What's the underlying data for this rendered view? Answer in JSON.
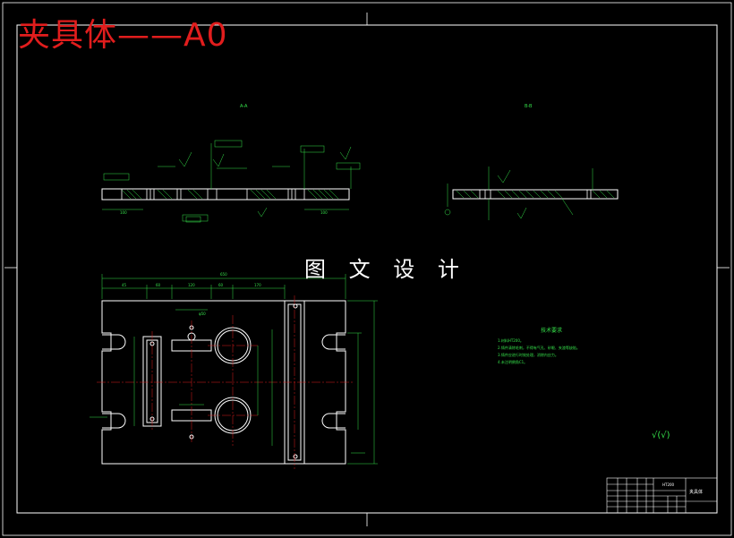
{
  "title": "夹具体——A0",
  "watermark": "图 文 设 计",
  "section_labels": [
    "A-A",
    "B-B"
  ],
  "tech_requirements": {
    "title": "技术要求",
    "lines": [
      "1.材料HT200。",
      "2.铸件清除毛刺，不得有气孔、砂眼、夹渣等缺陷。",
      "3.铸件应进行时效处理，消除内应力。",
      "4.未注明倒角C1。"
    ]
  },
  "roughness_note": "√(√)",
  "title_block": {
    "part_name": "夹具体",
    "material": "HT200"
  },
  "dimensions": {
    "overall_length": "650",
    "top_row": [
      "45",
      "60",
      "120",
      "60",
      "170"
    ],
    "section_left": "100",
    "section_right": "100",
    "hole_dia": "φ50"
  },
  "colors": {
    "background": "#000000",
    "lines": "#ffffff",
    "dimension": "#35e04a",
    "title": "#e11d1d",
    "center": "#e11d1d"
  }
}
